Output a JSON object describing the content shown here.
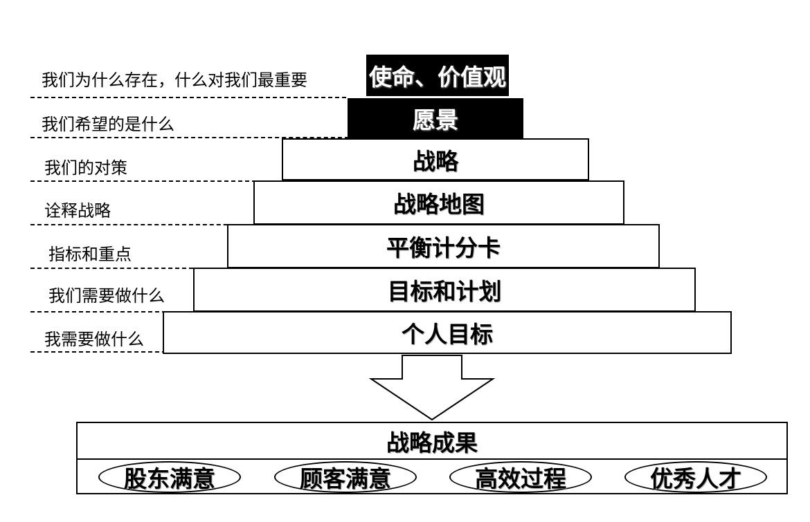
{
  "pyramid": {
    "layers": [
      {
        "label": "我们为什么存在，什么对我们最重要",
        "box": "使命、价值观"
      },
      {
        "label": "我们希望的是什么",
        "box": "愿景"
      },
      {
        "label": "我们的对策",
        "box": "战略"
      },
      {
        "label": "诠释战略",
        "box": "战略地图"
      },
      {
        "label": "指标和重点",
        "box": "平衡计分卡"
      },
      {
        "label": "我们需要做什么",
        "box": "目标和计划"
      },
      {
        "label": "我需要做什么",
        "box": "个人目标"
      }
    ]
  },
  "outcome": {
    "title": "战略成果",
    "items": [
      "股东满意",
      "顾客满意",
      "高效过程",
      "优秀人才"
    ]
  }
}
